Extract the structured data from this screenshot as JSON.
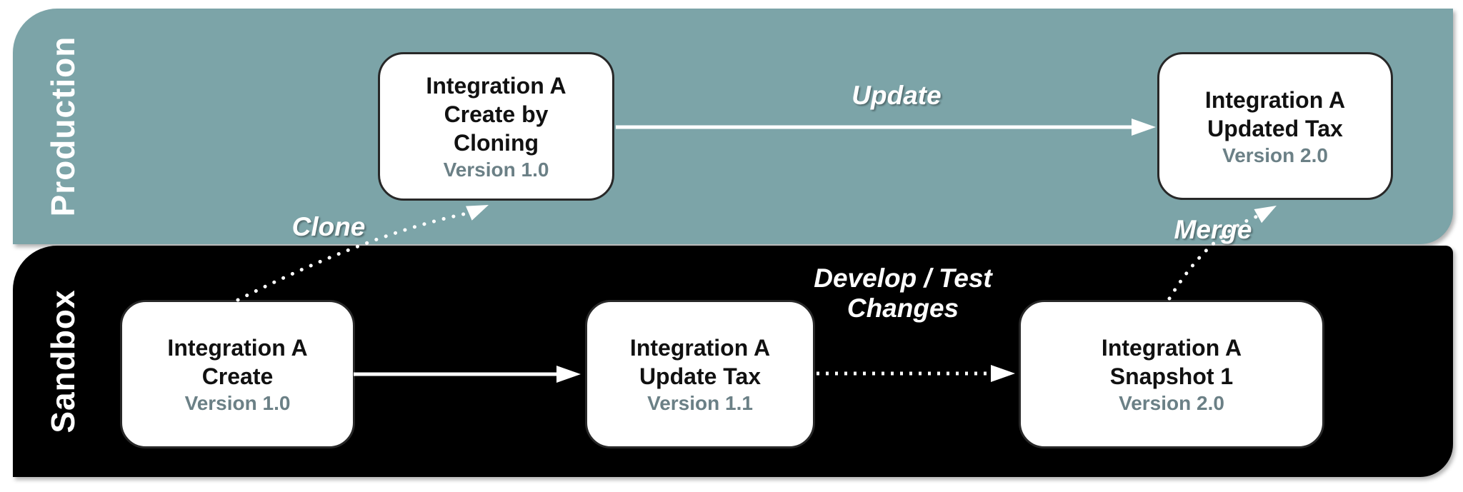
{
  "figure": {
    "type": "flow-diagram"
  },
  "lanes": [
    {
      "label": "Production",
      "color": "#7ca4a8",
      "label_color": "#ffffff"
    },
    {
      "label": "Sandbox",
      "color": "#000000",
      "label_color": "#ffffff"
    }
  ],
  "nodes": [
    {
      "lane": "Production",
      "title": "Integration A\nCreate by\nCloning",
      "version": "Version 1.0"
    },
    {
      "lane": "Production",
      "title": "Integration A\nUpdated Tax",
      "version": "Version 2.0"
    },
    {
      "lane": "Sandbox",
      "title": "Integration A\nCreate",
      "version": "Version 1.0"
    },
    {
      "lane": "Sandbox",
      "title": "Integration A\nUpdate Tax",
      "version": "Version 1.1"
    },
    {
      "lane": "Sandbox",
      "title": "Integration A\nSnapshot 1",
      "version": "Version 2.0"
    }
  ],
  "edges": [
    {
      "label": "Clone",
      "style": "dotted",
      "from": "Integration A Create (Sandbox)",
      "to": "Integration A Create by Cloning (Production)"
    },
    {
      "label": "Update",
      "style": "solid",
      "from": "Integration A Create by Cloning (Production)",
      "to": "Integration A Updated Tax (Production)"
    },
    {
      "label": "",
      "style": "solid",
      "from": "Integration A Create (Sandbox)",
      "to": "Integration A Update Tax (Sandbox)"
    },
    {
      "label": "Develop / Test\nChanges",
      "style": "dotted",
      "from": "Integration A Update Tax (Sandbox)",
      "to": "Integration A Snapshot 1 (Sandbox)"
    },
    {
      "label": "Merge",
      "style": "dotted",
      "from": "Integration A Snapshot 1 (Sandbox)",
      "to": "Integration A Updated Tax (Production)"
    }
  ],
  "colors": {
    "production_band": "#7ca4a8",
    "sandbox_band": "#000000",
    "node_fill": "#ffffff",
    "node_border": "#282828",
    "node_title": "#111111",
    "version_text": "#6b8086",
    "arrow": "#ffffff"
  }
}
